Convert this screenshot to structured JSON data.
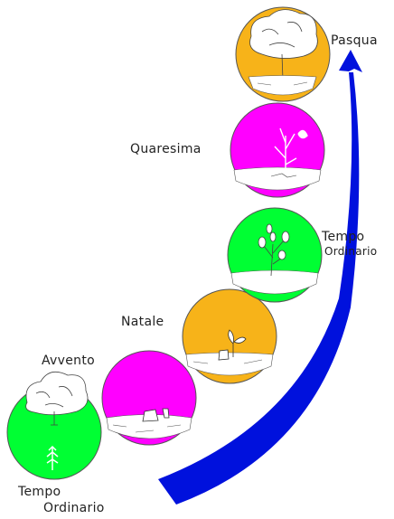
{
  "colors": {
    "magenta": "#ff00ff",
    "green": "#00ff33",
    "gold": "#f7b319",
    "arrow": "#0011dd",
    "outline": "#555555"
  },
  "stages": [
    {
      "id": "tempo-ordinario-1",
      "label_line1": "Tempo",
      "label_line2": "Ordinario",
      "color": "green",
      "plant": "seed-under-tree"
    },
    {
      "id": "avvento",
      "label_line1": "Avvento",
      "label_line2": "",
      "color": "magenta",
      "plant": "stump"
    },
    {
      "id": "natale",
      "label_line1": "Natale",
      "label_line2": "",
      "color": "gold",
      "plant": "sprout"
    },
    {
      "id": "tempo-ordinario-2",
      "label_line1": "Tempo",
      "label_line2": "Ordinario",
      "color": "green",
      "plant": "leafy-sapling"
    },
    {
      "id": "quaresima",
      "label_line1": "Quaresima",
      "label_line2": "",
      "color": "magenta",
      "plant": "bare-sapling"
    },
    {
      "id": "pasqua",
      "label_line1": "Pasqua",
      "label_line2": "",
      "color": "gold",
      "plant": "full-tree"
    }
  ]
}
